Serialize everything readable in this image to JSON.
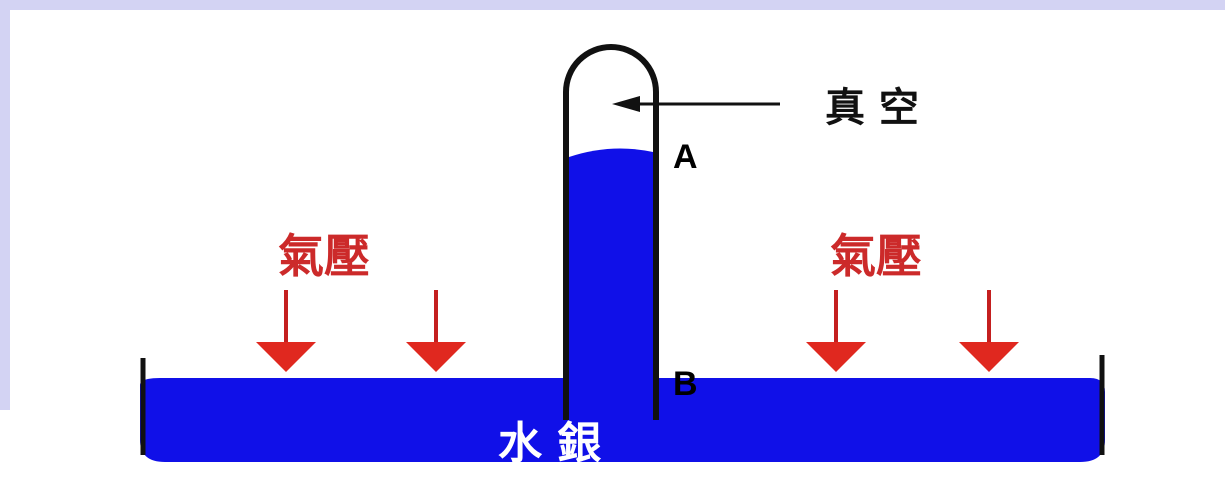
{
  "diagram": {
    "labels": {
      "vacuum": "真 空",
      "point_a": "A",
      "point_b": "B",
      "pressure_left": "氣壓",
      "pressure_right": "氣壓",
      "mercury": "水 銀"
    },
    "colors": {
      "mercury": "#1010e8",
      "pressure_arrow": "#c41f1f",
      "outline": "#111111",
      "background": "#d3d3f3"
    }
  }
}
